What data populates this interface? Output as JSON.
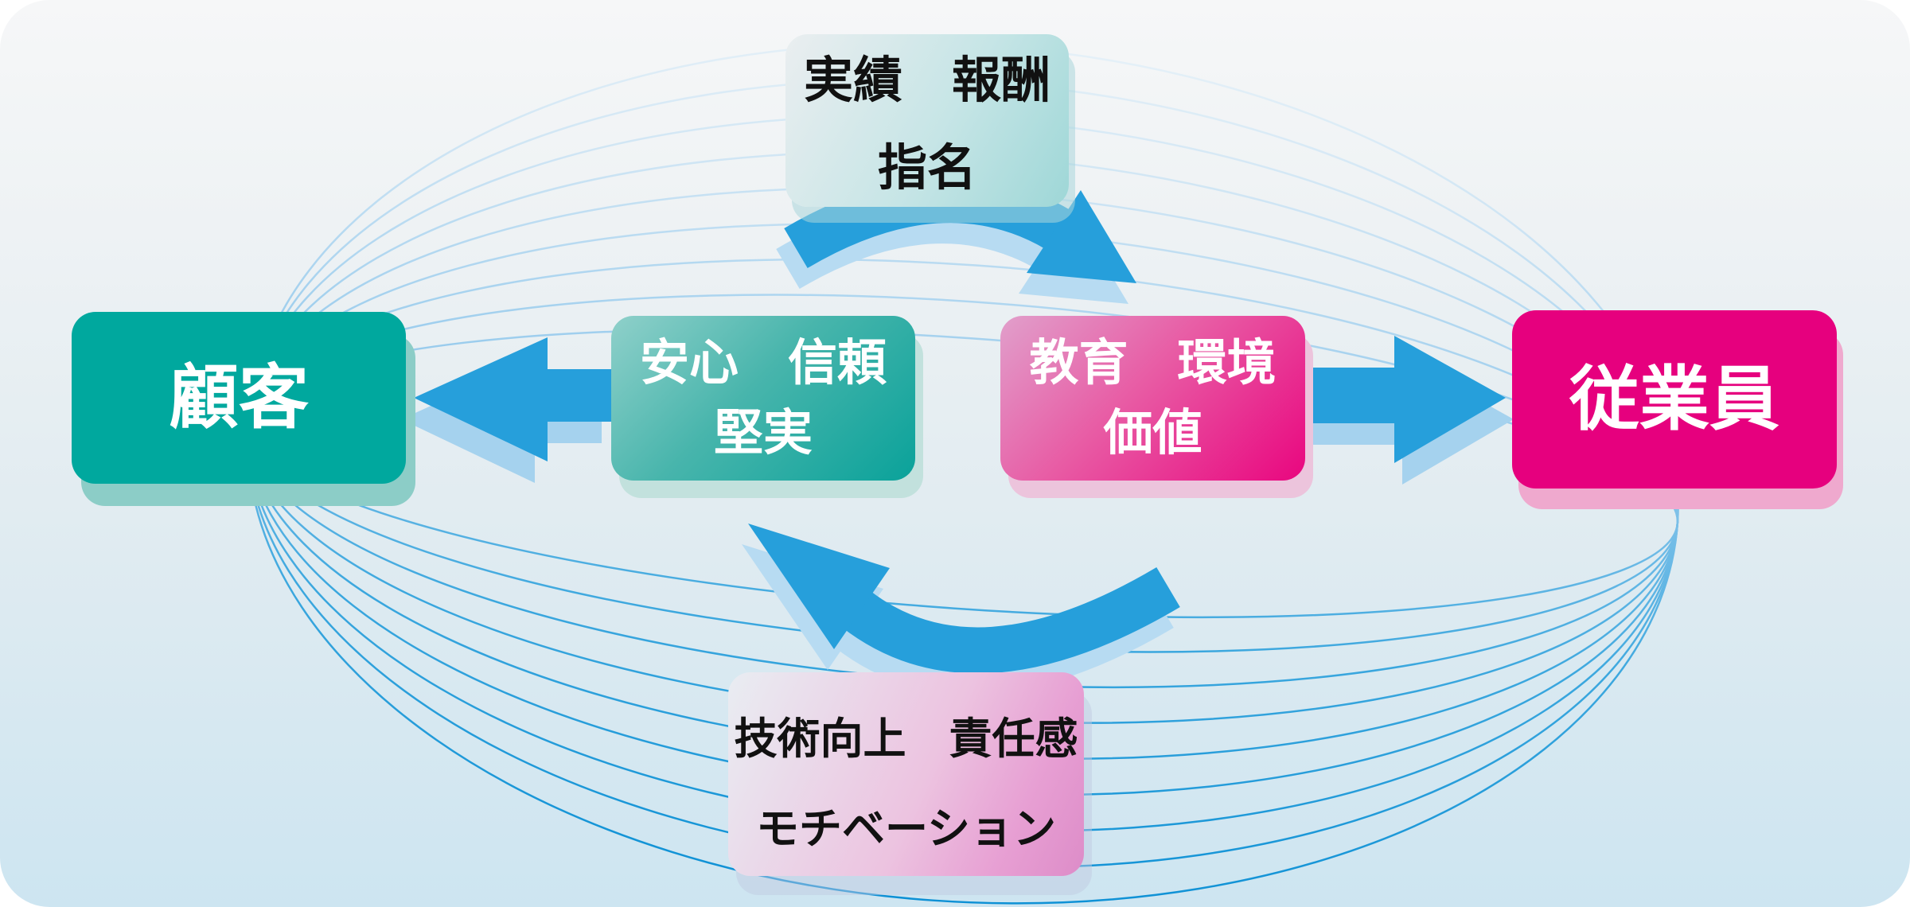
{
  "nodes": {
    "customer": {
      "label": "顧客"
    },
    "employee": {
      "label": "従業員"
    },
    "assurance": {
      "line1": "安心　信頼",
      "line2": "堅実"
    },
    "education": {
      "line1": "教育　環境",
      "line2": "価値"
    },
    "results": {
      "line1": "実績　報酬",
      "line2": "指名"
    },
    "motivation": {
      "line1": "技術向上　責任感",
      "line2": "モチベーション"
    }
  },
  "palette": {
    "customer_teal": "#00a89e",
    "employee_magenta": "#e6007e",
    "arrow_blue": "#269fdb",
    "arrow_shadow_blue": "#aad4ee",
    "orbit_line_strong": "#0c90d5",
    "orbit_line_faint": "#e9f2f8",
    "background_top": "#f6f7f8",
    "background_bottom": "#cde5f1"
  }
}
